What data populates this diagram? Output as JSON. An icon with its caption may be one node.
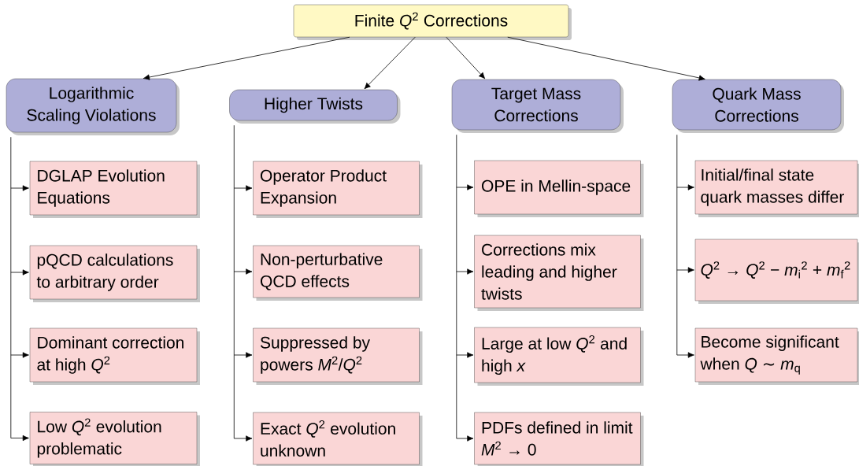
{
  "diagram": {
    "nodes": [
      {
        "text": [
          "Finite *Q*$^{2}$ Corrections"
        ]
      },
      {
        "text": [
          "Logarithmic Scaling Violations"
        ]
      },
      {
        "text": [
          "DGLAP Evolution Equations"
        ]
      },
      {
        "text": [
          "pQCD calculations to arbitrary order"
        ]
      },
      {
        "text": [
          "Dominant correction at high *Q*$^{2}$"
        ]
      },
      {
        "text": [
          "Low *Q*$^{2}$ evolution problematic"
        ]
      },
      {
        "text": [
          "Higher Twists"
        ]
      },
      {
        "text": [
          "Operator Product Expansion"
        ]
      },
      {
        "text": [
          "Non-perturbative QCD effects"
        ]
      },
      {
        "text": [
          "Suppressed by powers *M*$^{2}$/*Q*$^{2}$"
        ]
      },
      {
        "text": [
          "Exact *Q*$^{2}$ evolution unknown"
        ]
      },
      {
        "text": [
          "Target Mass Corrections"
        ]
      },
      {
        "text": [
          "OPE in Mellin-space"
        ]
      },
      {
        "text": [
          "Corrections mix leading and higher twists"
        ]
      },
      {
        "text": [
          "Large at low *Q*$^{2}$ and high *x*"
        ]
      },
      {
        "text": [
          "PDFs defined in limit *M*$^{2}$ → 0"
        ]
      },
      {
        "text": [
          "Quark Mass Corrections"
        ]
      },
      {
        "text": [
          "Initial/final state quark masses differ"
        ]
      },
      {
        "text": [
          "*Q*$^{2}$ → *Q*$^{2}$ − *m*$_{i}$$^{2}$ + *m*$_{f}$$^{2}$"
        ]
      },
      {
        "text": [
          "Become significant when *Q* ∼ *m*$_{q}$"
        ]
      }
    ],
    "edges": [
      {
        "from": 0,
        "to": 1,
        "arrow": "to"
      },
      {
        "from": 0,
        "to": 6,
        "arrow": "to"
      },
      {
        "from": 0,
        "to": 11,
        "arrow": "to"
      },
      {
        "from": 0,
        "to": 16,
        "arrow": "to"
      },
      {
        "from": 1,
        "to": 2,
        "arrow": "to"
      },
      {
        "from": 1,
        "to": 3,
        "arrow": "to"
      },
      {
        "from": 1,
        "to": 4,
        "arrow": "to"
      },
      {
        "from": 1,
        "to": 5,
        "arrow": "to"
      },
      {
        "from": 6,
        "to": 7,
        "arrow": "to"
      },
      {
        "from": 6,
        "to": 8,
        "arrow": "to"
      },
      {
        "from": 6,
        "to": 9,
        "arrow": "to"
      },
      {
        "from": 6,
        "to": 10,
        "arrow": "to"
      },
      {
        "from": 11,
        "to": 12,
        "arrow": "to"
      },
      {
        "from": 11,
        "to": 13,
        "arrow": "to"
      },
      {
        "from": 11,
        "to": 14,
        "arrow": "to"
      },
      {
        "from": 11,
        "to": 15,
        "arrow": "to"
      },
      {
        "from": 16,
        "to": 17,
        "arrow": "to"
      },
      {
        "from": 16,
        "to": 18,
        "arrow": "to"
      },
      {
        "from": 16,
        "to": 19,
        "arrow": "to"
      }
    ]
  }
}
